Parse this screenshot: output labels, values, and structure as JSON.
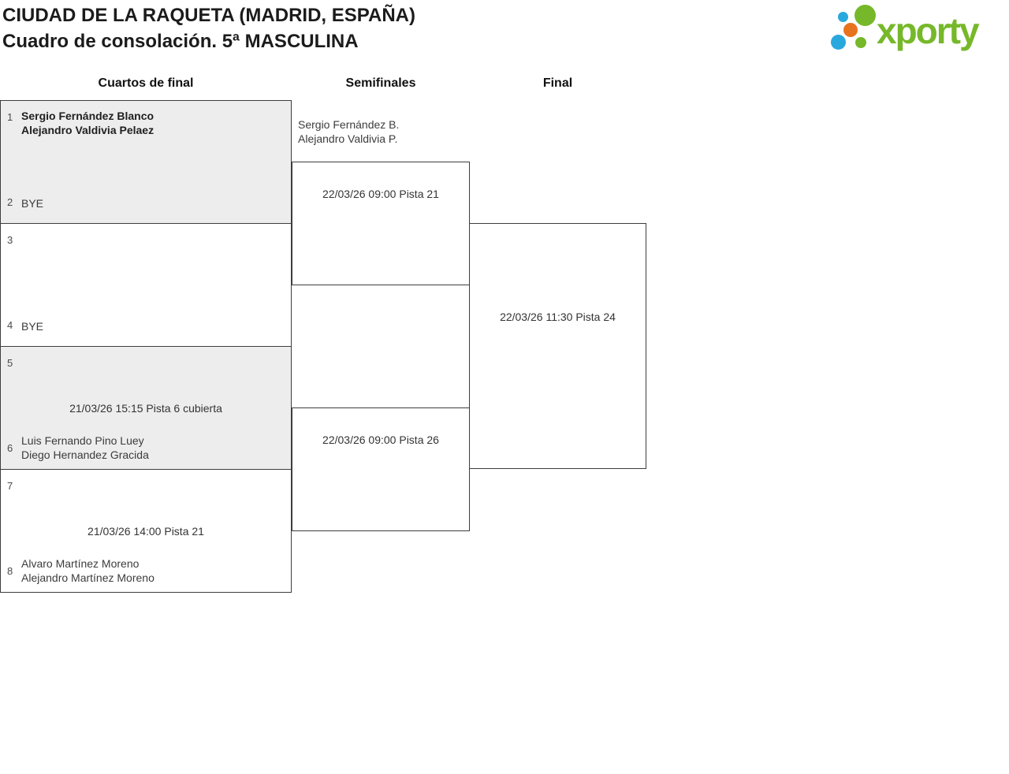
{
  "page_title": {
    "line1": "CIUDAD DE LA RAQUETA (MADRID, ESPAÑA)",
    "line2": "Cuadro de consolación. 5ª MASCULINA"
  },
  "logo": {
    "text": "xporty"
  },
  "rounds": [
    {
      "label": "Cuartos de final",
      "matches": [
        {
          "schedule": "",
          "slots": [
            {
              "seed": "1",
              "players": [
                "Sergio Fernández Blanco",
                "Alejandro Valdivia Pelaez"
              ],
              "winner": true
            },
            {
              "seed": "2",
              "players": [
                "BYE"
              ]
            }
          ]
        },
        {
          "schedule": "",
          "slots": [
            {
              "seed": "3",
              "players": []
            },
            {
              "seed": "4",
              "players": [
                "BYE"
              ]
            }
          ]
        },
        {
          "schedule": "21/03/26 15:15 Pista 6 cubierta",
          "slots": [
            {
              "seed": "5",
              "players": []
            },
            {
              "seed": "6",
              "players": [
                "Luis Fernando Pino Luey",
                "Diego Hernandez Gracida"
              ]
            }
          ]
        },
        {
          "schedule": "21/03/26 14:00 Pista 21",
          "slots": [
            {
              "seed": "7",
              "players": []
            },
            {
              "seed": "8",
              "players": [
                "Alvaro Martínez Moreno",
                "Alejandro Martínez Moreno"
              ]
            }
          ]
        }
      ]
    },
    {
      "label": "Semifinales",
      "matches": [
        {
          "advancing": [
            "Sergio Fernández B.",
            "Alejandro Valdivia P."
          ],
          "schedule": "22/03/26 09:00 Pista 21"
        },
        {
          "advancing": [],
          "schedule": "22/03/26 09:00 Pista 26"
        }
      ]
    },
    {
      "label": "Final",
      "matches": [
        {
          "schedule": "22/03/26 11:30 Pista 24"
        }
      ]
    }
  ],
  "colors": {
    "logo_green": "#76b82a",
    "logo_blue": "#29a8dd",
    "logo_orange": "#e8731f",
    "shaded_box": "#ededed",
    "box_border": "#3d3d3d"
  }
}
